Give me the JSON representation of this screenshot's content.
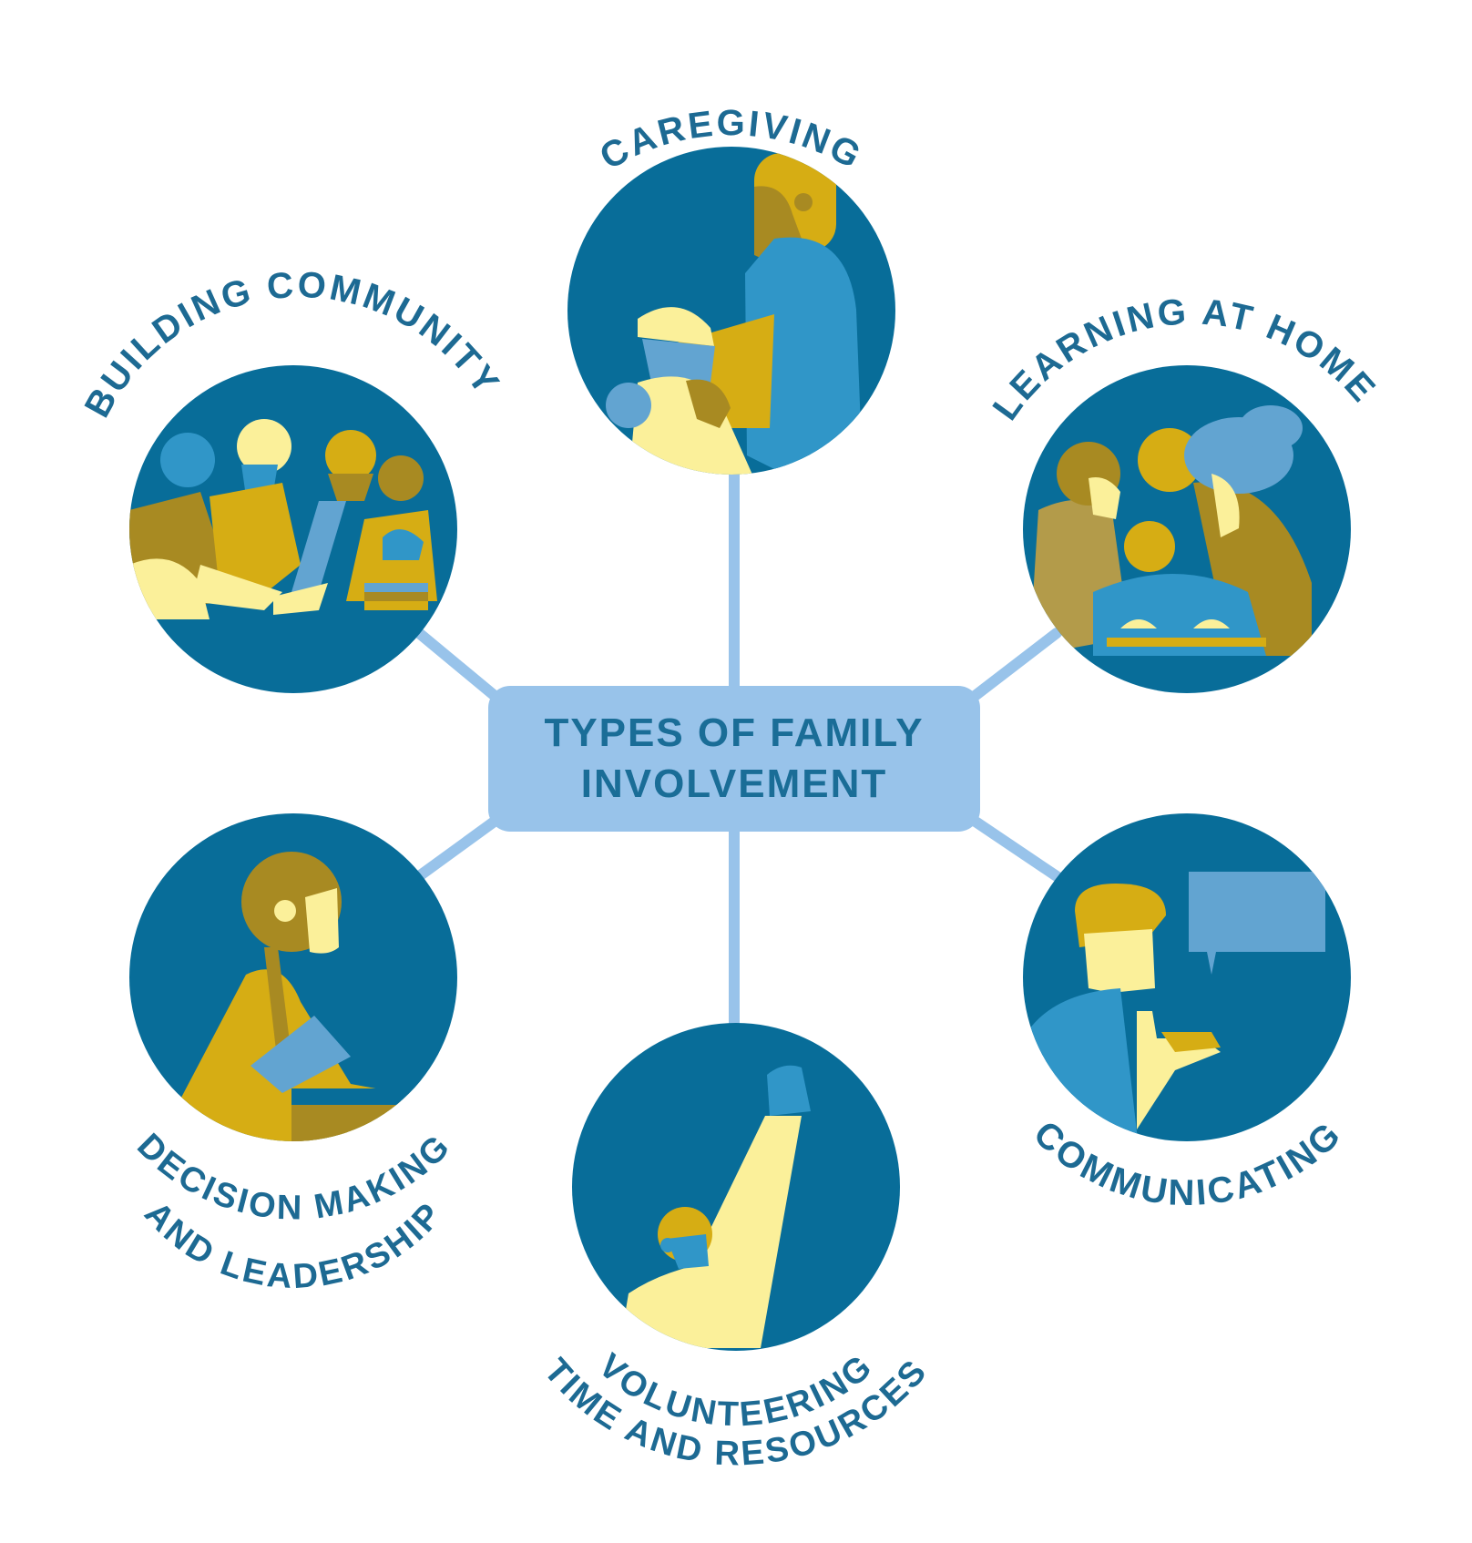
{
  "title": {
    "line1": "TYPES OF FAMILY",
    "line2": "INVOLVEMENT"
  },
  "colors": {
    "circle_bg": "#086d99",
    "connector": "#98c3ea",
    "label_text": "#1d6a93",
    "mustard": "#d6ad14",
    "olive": "#a88a22",
    "tan": "#b39b4a",
    "pale_yellow": "#fbf09a",
    "mid_blue": "#3096c8",
    "light_blue": "#62a4d1"
  },
  "nodes": [
    {
      "id": "caregiving",
      "label": "CAREGIVING",
      "illustration": "adult-carrying-child-illustration"
    },
    {
      "id": "learning-at-home",
      "label": "LEARNING AT HOME",
      "illustration": "family-homework-illustration"
    },
    {
      "id": "communicating",
      "label": "COMMUNICATING",
      "illustration": "person-speech-bubble-illustration"
    },
    {
      "id": "volunteering",
      "label_line1": "VOLUNTEERING",
      "label_line2": "TIME AND RESOURCES",
      "illustration": "raised-hand-illustration"
    },
    {
      "id": "decision-making",
      "label_line1": "DECISION MAKING",
      "label_line2": "AND LEADERSHIP",
      "illustration": "person-with-clipboard-illustration"
    },
    {
      "id": "building-community",
      "label": "BUILDING COMMUNITY",
      "illustration": "group-joining-hands-illustration"
    }
  ]
}
